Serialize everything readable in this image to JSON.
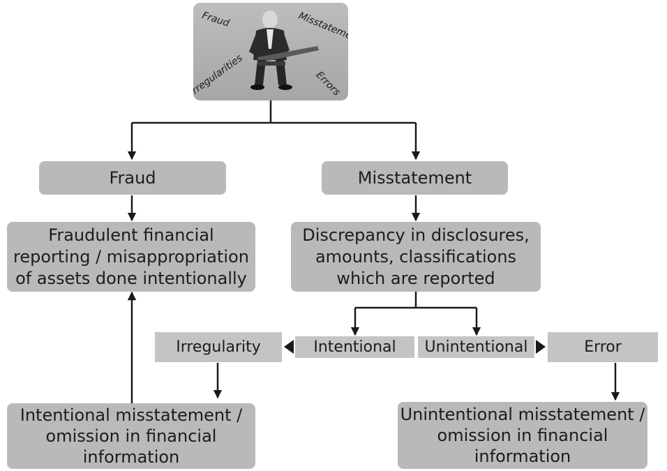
{
  "header_image": {
    "words": {
      "fraud": "Fraud",
      "misstatement": "Misstatement",
      "irregularities": "Irregularities",
      "errors": "Errors"
    },
    "figure_icon": "man-breaking-ruler-figure"
  },
  "nodes": {
    "fraud": "Fraud",
    "misstatement": "Misstatement",
    "fraudulent": [
      "Fraudulent financial",
      "reporting / misappropriation",
      "of assets done intentionally"
    ],
    "discrepancy": [
      "Discrepancy in disclosures,",
      "amounts, classifications",
      "which are reported"
    ],
    "intentional": "Intentional",
    "unintentional": "Unintentional",
    "irregularity": "Irregularity",
    "error": "Error",
    "intentional_misstatement": [
      "Intentional misstatement /",
      "omission in financial",
      "information"
    ],
    "unintentional_misstatement": [
      "Unintentional misstatement /",
      "omission in financial",
      "information"
    ]
  }
}
